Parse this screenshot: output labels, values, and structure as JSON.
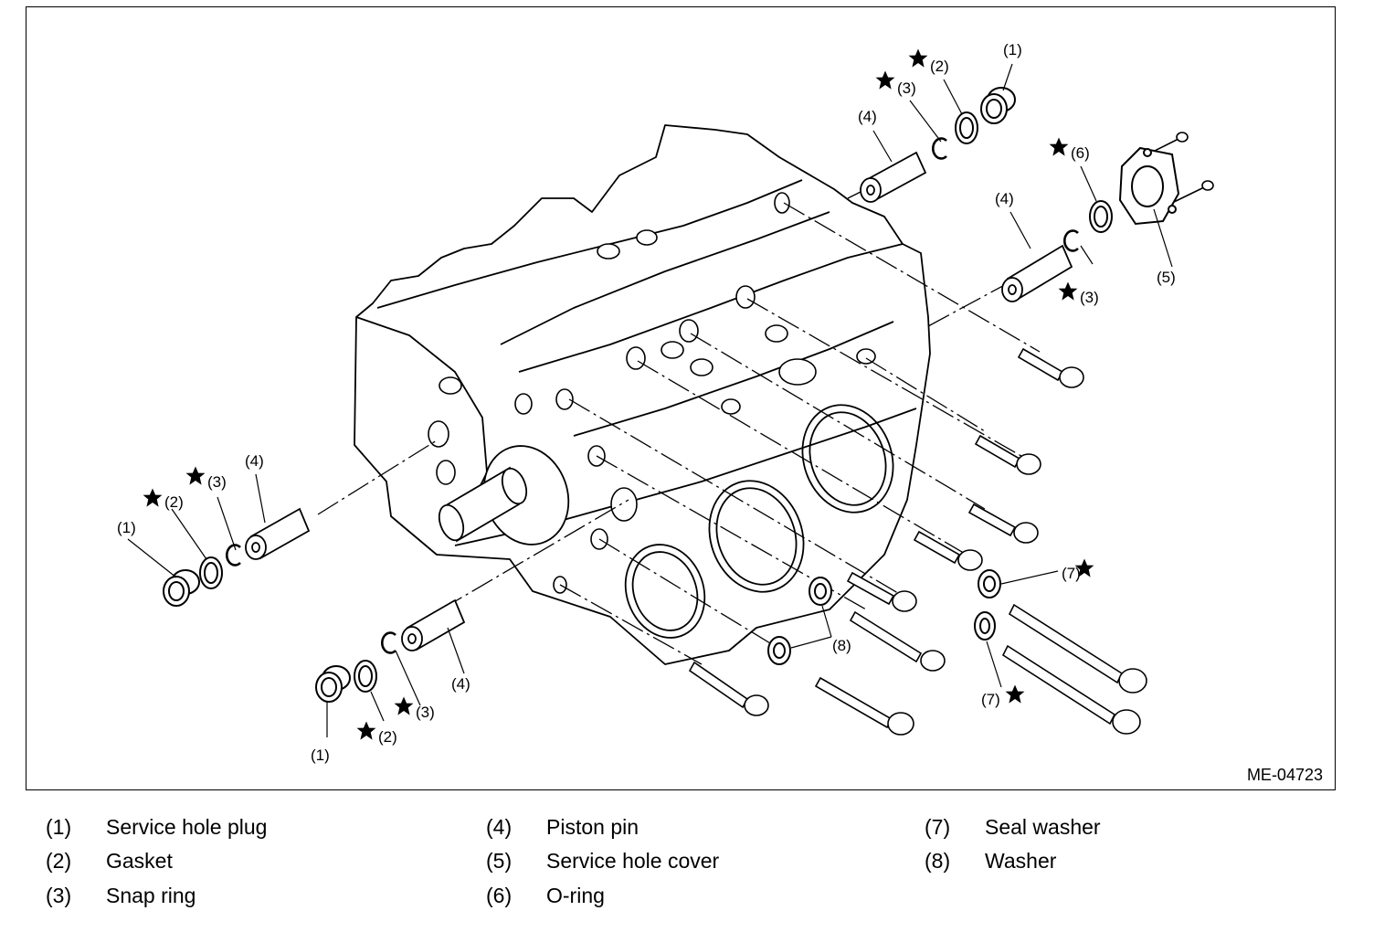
{
  "figure": {
    "id": "ME-04723",
    "callouts": {
      "c1": "(1)",
      "c2": "(2)",
      "c3": "(3)",
      "c4": "(4)",
      "c5": "(5)",
      "c6": "(6)",
      "c7": "(7)",
      "c8": "(8)"
    }
  },
  "legend": [
    {
      "num": "(1)",
      "label": "Service hole plug"
    },
    {
      "num": "(2)",
      "label": "Gasket"
    },
    {
      "num": "(3)",
      "label": "Snap ring"
    },
    {
      "num": "(4)",
      "label": "Piston pin"
    },
    {
      "num": "(5)",
      "label": "Service hole cover"
    },
    {
      "num": "(6)",
      "label": "O-ring"
    },
    {
      "num": "(7)",
      "label": "Seal washer"
    },
    {
      "num": "(8)",
      "label": "Washer"
    }
  ]
}
